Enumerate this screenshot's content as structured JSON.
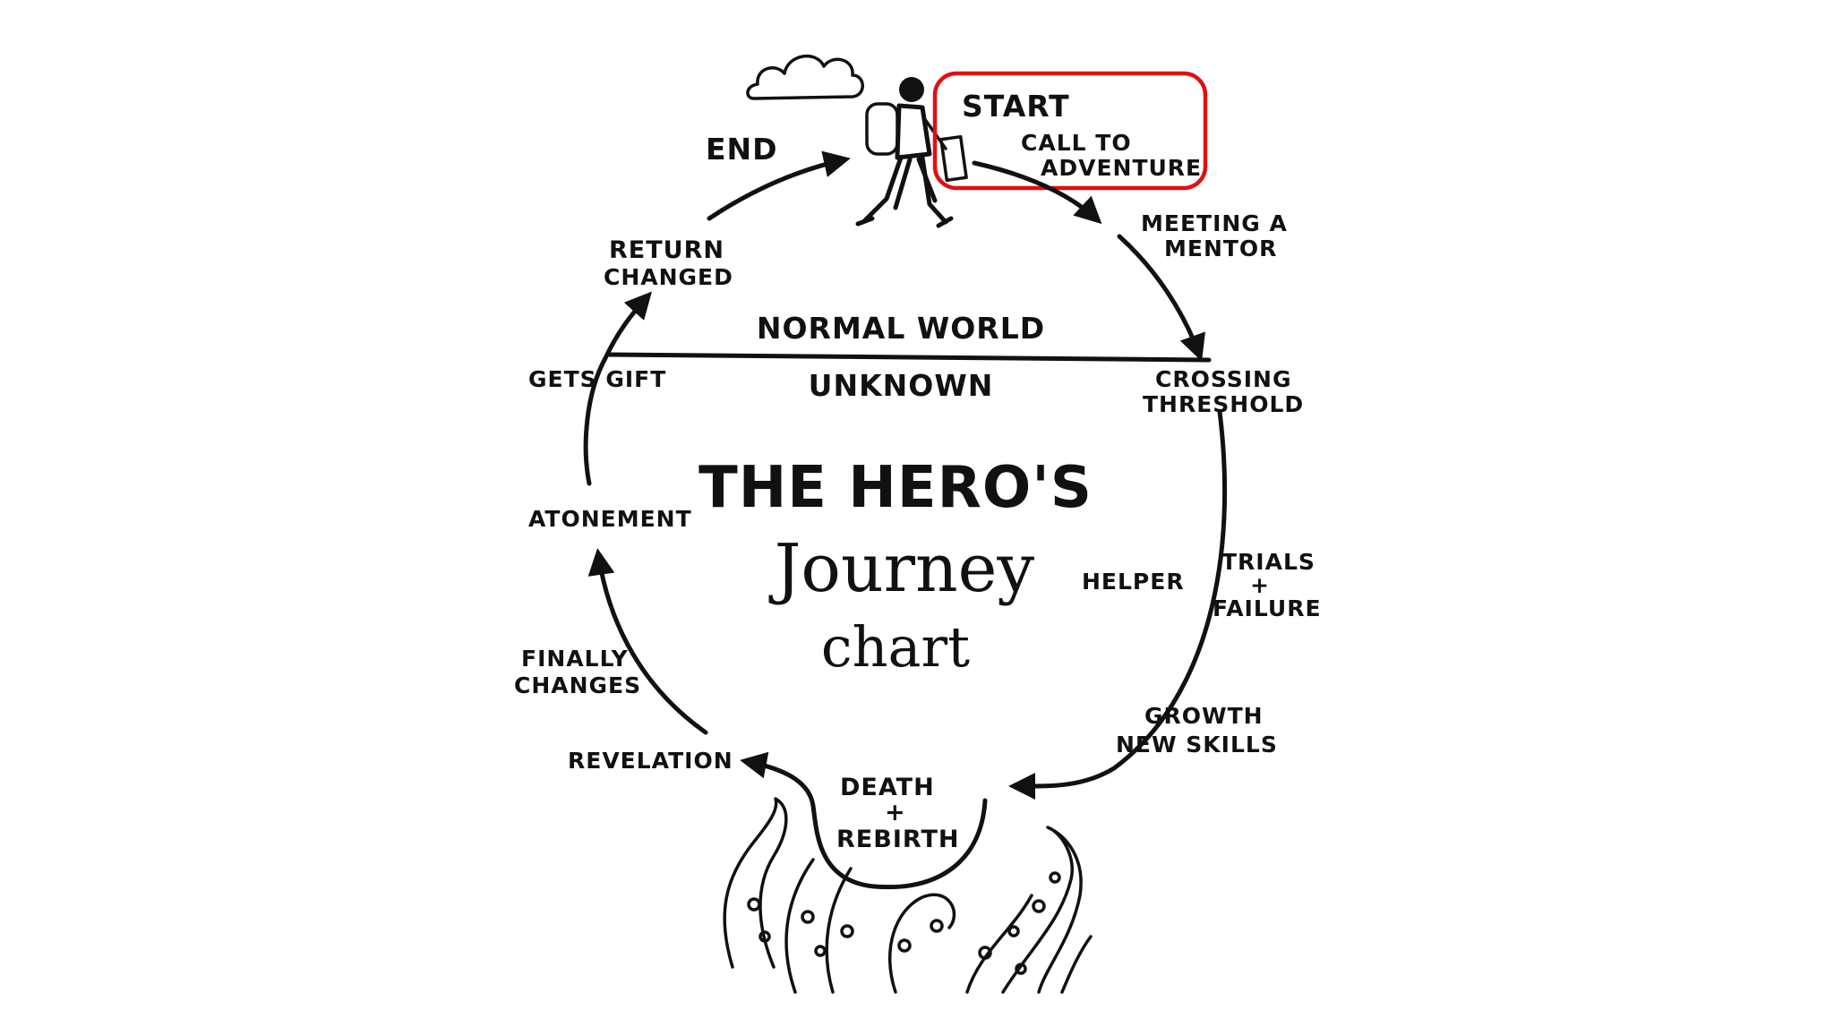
{
  "title": {
    "line1": "THE HERO'S",
    "line2": "Journey",
    "line3": "chart"
  },
  "divider": {
    "top": "NORMAL WORLD",
    "bottom": "UNKNOWN"
  },
  "start_box": {
    "start": "START",
    "call_line1": "CALL TO",
    "call_line2": "ADVENTURE",
    "highlight_color": "#e01010"
  },
  "stages": {
    "end": "END",
    "meeting_line1": "MEETING A",
    "meeting_line2": "MENTOR",
    "crossing_line1": "CROSSING",
    "crossing_line2": "THRESHOLD",
    "helper": "HELPER",
    "trials_line1": "TRIALS",
    "trials_line2": "+",
    "trials_line3": "FAILURE",
    "growth_line1": "GROWTH",
    "growth_line2": "NEW SKILLS",
    "death_line1": "DEATH",
    "death_line2": "+",
    "death_line3": "REBIRTH",
    "revelation": "REVELATION",
    "finally_line1": "FINALLY",
    "finally_line2": "CHANGES",
    "atonement": "ATONEMENT",
    "gets_gift": "GETS GIFT",
    "return_line1": "RETURN",
    "return_line2": "CHANGED"
  },
  "icons": [
    "cloud-icon",
    "hiker-icon",
    "tentacles-icon"
  ]
}
